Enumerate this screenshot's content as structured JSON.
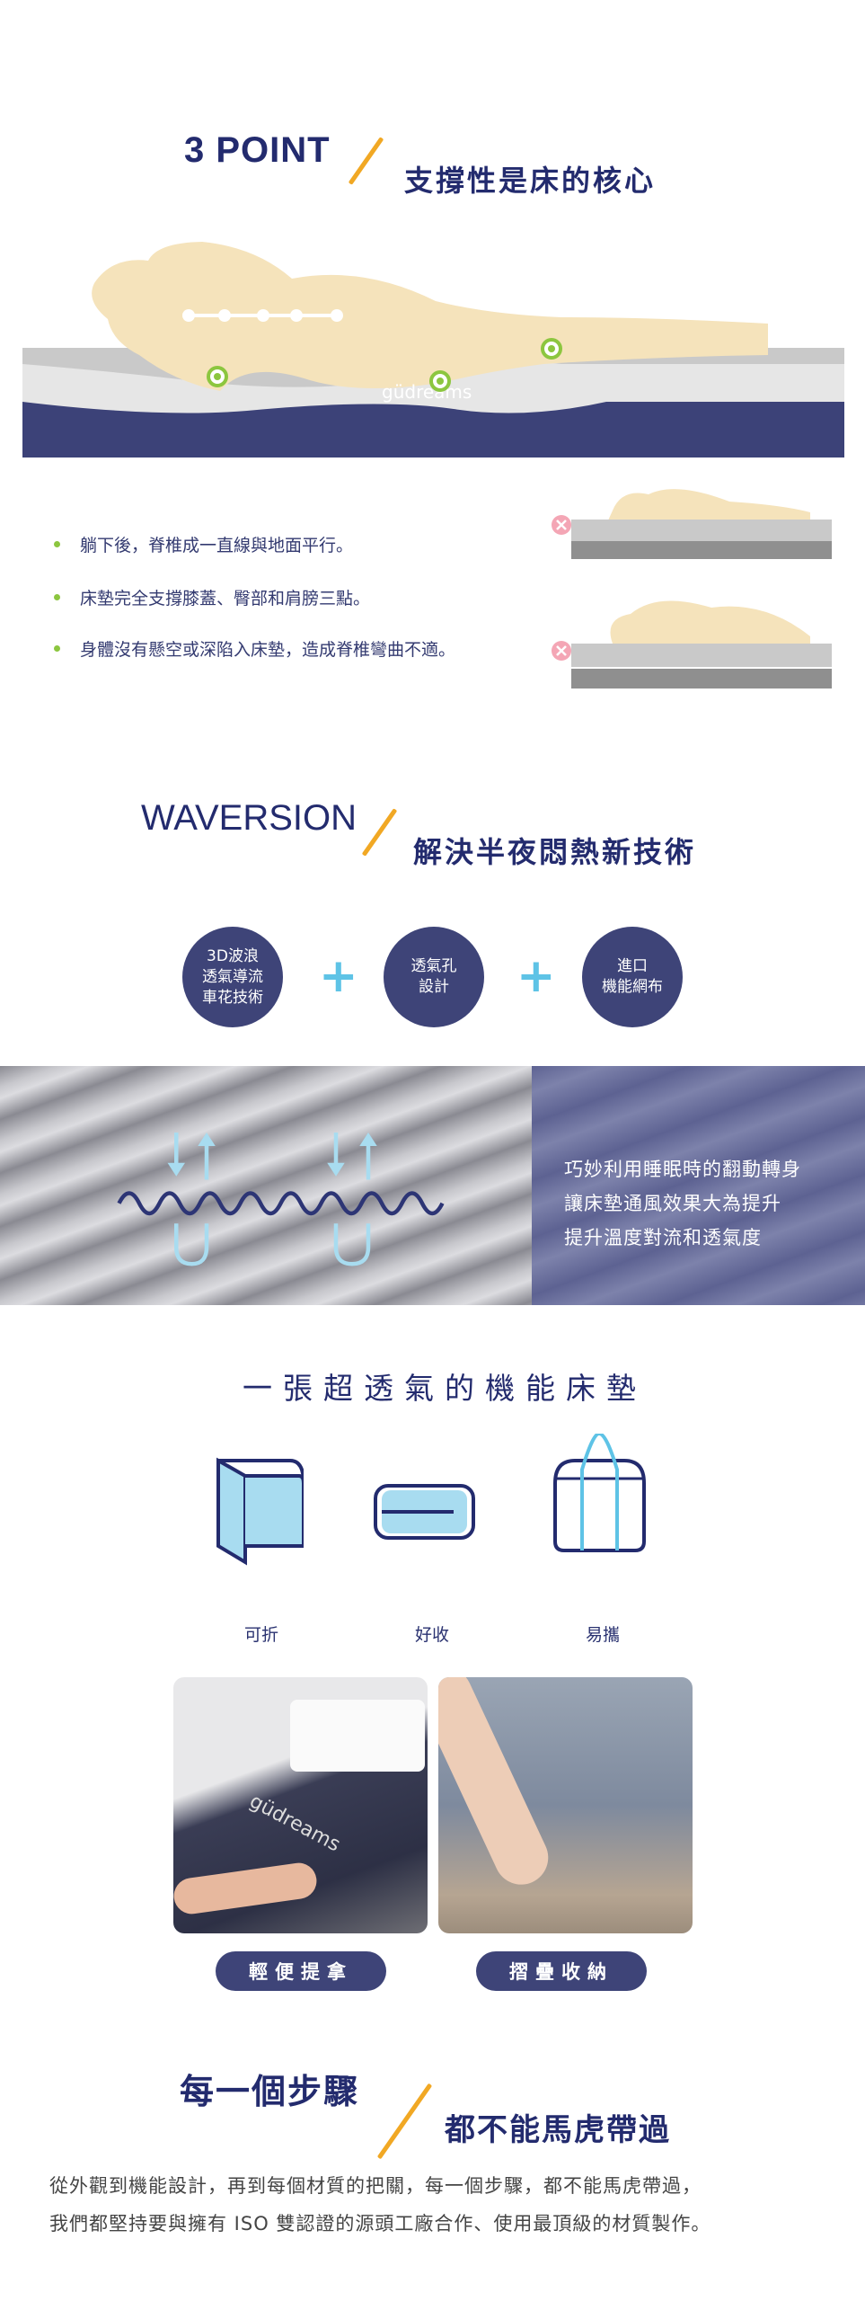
{
  "section1": {
    "title_en": "3 POINT",
    "title_zh": "支撐性是床的核心",
    "brand": "güdreams",
    "bullets": [
      "躺下後，脊椎成一直線與地面平行。",
      "床墊完全支撐膝蓋、臀部和肩膀三點。",
      "身體沒有懸空或深陷入床墊，造成脊椎彎曲不適。"
    ]
  },
  "section2": {
    "title_en": "WAVERSION",
    "title_zh": "解決半夜悶熱新技術",
    "features": [
      {
        "lines": [
          "3D波浪",
          "透氣導流",
          "車花技術"
        ]
      },
      {
        "lines": [
          "透氣孔",
          "設計"
        ]
      },
      {
        "lines": [
          "進口",
          "機能網布"
        ]
      }
    ],
    "panel_text": [
      "巧妙利用睡眠時的翻動轉身",
      "讓床墊通風效果大為提升",
      "提升溫度對流和透氣度"
    ]
  },
  "section3": {
    "title": "一張超透氣的機能床墊",
    "icons": [
      {
        "label": "可折",
        "icon": "folded-mattress-icon"
      },
      {
        "label": "好收",
        "icon": "rolled-mattress-icon"
      },
      {
        "label": "易攜",
        "icon": "carry-bag-icon"
      }
    ],
    "buttons": [
      "輕便提拿",
      "摺疊收納"
    ],
    "photo_brand": "güdreams"
  },
  "section4": {
    "title_a": "每一個步驟",
    "title_b": "都不能馬虎帶過",
    "paragraph": [
      "從外觀到機能設計，再到每個材質的把關，每一個步驟，都不能馬虎帶過，",
      "我們都堅持要與擁有 ISO 雙認證的源頭工廠合作、使用最頂級的材質製作。"
    ]
  },
  "colors": {
    "navy": "#232b6e",
    "accent": "#f1a824",
    "green": "#8cc63f",
    "light_blue": "#a8dcf0"
  }
}
